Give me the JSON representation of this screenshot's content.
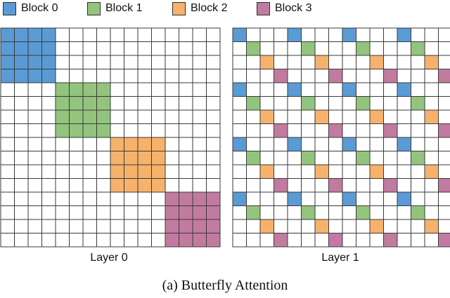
{
  "legend": [
    {
      "label": "Block 0",
      "color": "#5a9bd5"
    },
    {
      "label": "Block 1",
      "color": "#93c47d"
    },
    {
      "label": "Block 2",
      "color": "#f6b26b"
    },
    {
      "label": "Block 3",
      "color": "#c27ba0"
    }
  ],
  "panels": [
    {
      "label": "Layer 0",
      "pattern": "block-diagonal",
      "grid_size": 16,
      "block_size": 4
    },
    {
      "label": "Layer 1",
      "pattern": "strided",
      "grid_size": 16,
      "stride": 4
    }
  ],
  "caption": "(a) Butterfly Attention"
}
